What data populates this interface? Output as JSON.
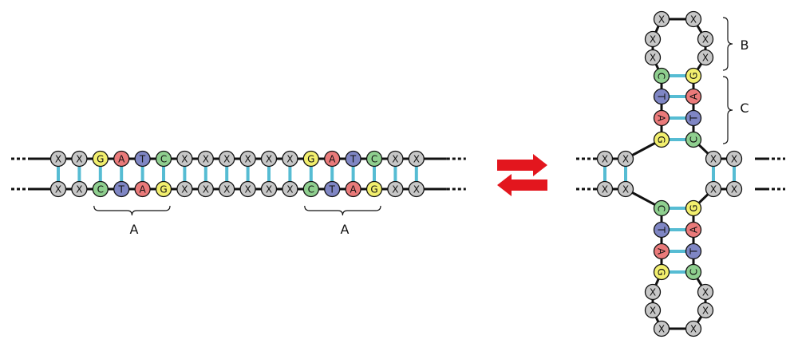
{
  "labels": {
    "palindrome": "A",
    "loop": "B",
    "stem": "C"
  },
  "colors": {
    "X": "#c7c7c7",
    "G": "#f2ef6e",
    "A": "#ea7a7a",
    "T": "#7f86c4",
    "C": "#8fcf8f",
    "pair_bond": "#56bcd3",
    "backbone": "#111111",
    "arrow": "#e3161e"
  },
  "linear_duplex": {
    "top_strand": [
      "X",
      "X",
      "G",
      "A",
      "T",
      "C",
      "X",
      "X",
      "X",
      "X",
      "X",
      "X",
      "G",
      "A",
      "T",
      "C",
      "X",
      "X"
    ],
    "bottom_strand": [
      "X",
      "X",
      "C",
      "T",
      "A",
      "G",
      "X",
      "X",
      "X",
      "X",
      "X",
      "X",
      "C",
      "T",
      "A",
      "G",
      "X",
      "X"
    ]
  },
  "cruciform": {
    "upper_arm": {
      "left_column": [
        "G",
        "A",
        "T",
        "C"
      ],
      "right_column": [
        "C",
        "T",
        "A",
        "G"
      ],
      "loop": [
        "X",
        "X",
        "X",
        "X",
        "X",
        "X",
        "X",
        "X"
      ]
    },
    "lower_arm": {
      "left_column": [
        "C",
        "T",
        "A",
        "G"
      ],
      "right_column": [
        "G",
        "A",
        "T",
        "C"
      ],
      "loop": [
        "X",
        "X",
        "X",
        "X",
        "X",
        "X",
        "X",
        "X"
      ]
    },
    "left_flank": {
      "top": [
        "X",
        "X"
      ],
      "bottom": [
        "X",
        "X"
      ]
    },
    "right_flank": {
      "top": [
        "X",
        "X"
      ],
      "bottom": [
        "X",
        "X"
      ]
    }
  }
}
